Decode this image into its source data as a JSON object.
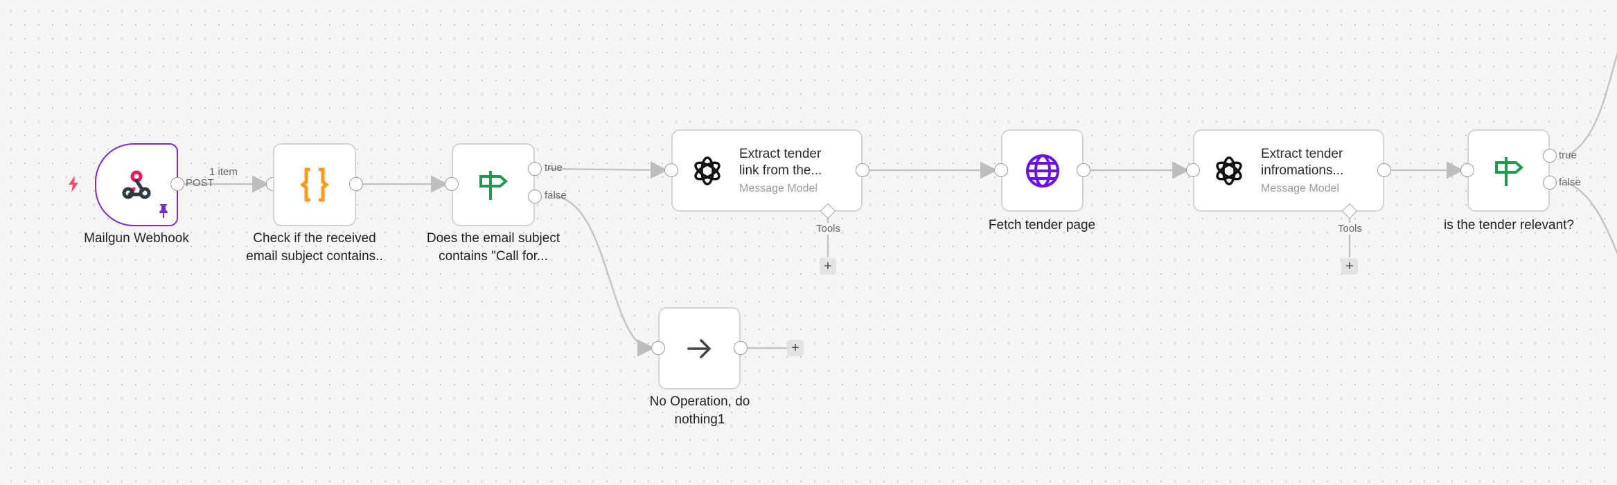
{
  "nodes": {
    "mailgun": {
      "label": "Mailgun Webhook",
      "output": "POST",
      "edge_label": "1 item"
    },
    "check": {
      "label_1": "Check if the received",
      "label_2": "email subject contains.."
    },
    "if_subject": {
      "label_1": "Does the email subject",
      "label_2": "contains \"Call for...",
      "true": "true",
      "false": "false"
    },
    "extract_link": {
      "title_1": "Extract tender",
      "title_2": "link from the...",
      "subtitle": "Message Model",
      "tools": "Tools"
    },
    "fetch": {
      "label": "Fetch tender page"
    },
    "extract_info": {
      "title_1": "Extract tender",
      "title_2": "infromations...",
      "subtitle": "Message Model",
      "tools": "Tools"
    },
    "if_relevant": {
      "label": "is the tender relevant?",
      "true": "true",
      "false": "false"
    },
    "noop": {
      "label_1": "No Operation, do",
      "label_2": "nothing1"
    }
  },
  "add_label": "+",
  "colors": {
    "trigger_border": "#7a2bd1",
    "braces": "#ff9922",
    "signpost": "#1f9a4f",
    "globe": "#6a11e8",
    "bolt": "#ff4d6a"
  }
}
